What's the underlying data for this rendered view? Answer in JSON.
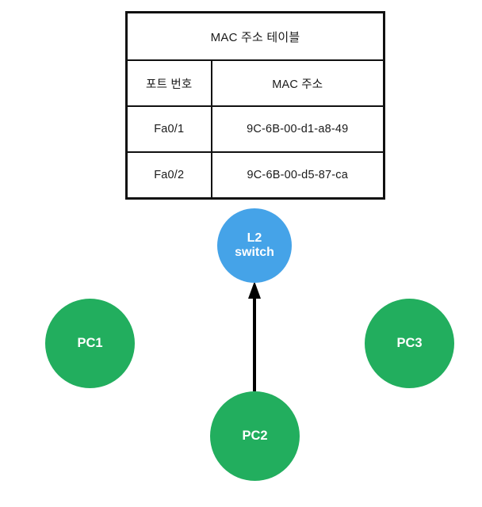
{
  "table": {
    "title": "MAC 주소 테이블",
    "columns": [
      "포트 번호",
      "MAC 주소"
    ],
    "rows": [
      {
        "port": "Fa0/1",
        "mac": "9C-6B-00-d1-a8-49"
      },
      {
        "port": "Fa0/2",
        "mac": "9C-6B-00-d5-87-ca"
      }
    ]
  },
  "diagram": {
    "nodes": {
      "switch": {
        "label": "L2\nswitch",
        "color": "#45a3e8"
      },
      "pc1": {
        "label": "PC1",
        "color": "#22ae5e"
      },
      "pc2": {
        "label": "PC2",
        "color": "#22ae5e"
      },
      "pc3": {
        "label": "PC3",
        "color": "#22ae5e"
      }
    },
    "links": [
      {
        "from": "pc2",
        "to": "switch",
        "color": "#000000",
        "direction": "up"
      }
    ]
  }
}
